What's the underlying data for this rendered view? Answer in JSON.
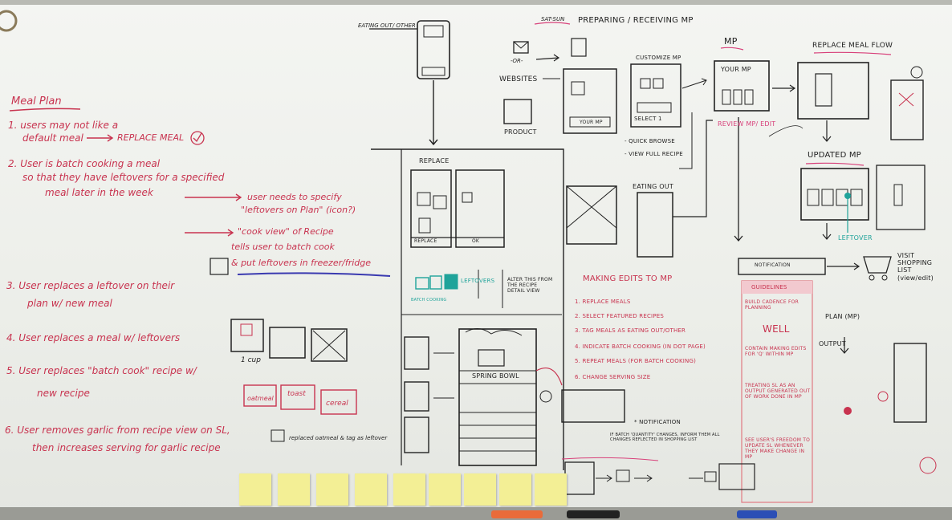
{
  "meal_plan": {
    "title": "Meal Plan",
    "items": [
      "1. users may not like a",
      "default meal",
      "REPLACE MEAL",
      "2. User is batch cooking a meal",
      "so that they have leftovers for a specified",
      "meal later in the week",
      "user needs to specify",
      "\"leftovers on Plan\" (icon?)",
      "\"cook view\" of Recipe",
      "tells user to batch cook",
      "& put leftovers in freezer/fridge",
      "3. User replaces a leftover on their",
      "plan w/ new meal",
      "4. User replaces a meal w/ leftovers",
      "5. User replaces \"batch cook\" recipe w/",
      "new recipe",
      "6. User removes garlic from recipe view on SL,",
      "then increases serving for garlic recipe",
      "1 cup",
      "oatmeal",
      "toast",
      "cereal",
      "replaced oatmeal & tag as leftover"
    ]
  },
  "labels": {
    "eating_out": "EATING OUT/ OTHER",
    "preparing": "PREPARING / RECEIVING MP",
    "sat_sun": "SAT-SUN",
    "or": "-OR-",
    "websites": "WEBSITES",
    "product": "PRODUCT",
    "your_mp": "YOUR MP",
    "customize_mp": "CUSTOMIZE MP",
    "select": "SELECT 1",
    "quick_browse": "- QUICK BROWSE",
    "view_full_recipe": "- VIEW FULL RECIPE",
    "mp": "MP",
    "review_mp": "REVIEW MP/ EDIT",
    "replace_meal_flow": "REPLACE MEAL FLOW",
    "updated_mp": "UPDATED MP",
    "leftover": "LEFTOVER",
    "replace": "REPLACE",
    "ok": "OK",
    "leftovers": "LEFTOVERS",
    "alter_this": "ALTER THIS FROM THE RECIPE DETAIL VIEW",
    "batch_cooking": "BATCH COOKING",
    "eating_out_2": "EATING OUT",
    "spring_bowl": "SPRING BOWL",
    "notification": "NOTIFICATION",
    "guidelines": "GUIDELINES",
    "visit_shopping": "VISIT SHOPPING LIST (view/edit)",
    "plan_mp": "PLAN (MP)",
    "output": "OUTPUT",
    "well": "WELL"
  },
  "making_edits": {
    "title": "MAKING EDITS TO MP",
    "steps": [
      "1. REPLACE MEALS",
      "2. SELECT FEATURED RECIPES",
      "3. TAG MEALS AS EATING OUT/OTHER",
      "4. INDICATE BATCH COOKING (IN DOT PAGE)",
      "5. REPEAT MEALS (FOR BATCH COOKING)",
      "6. CHANGE SERVING SIZE"
    ],
    "notification_note": "* NOTIFICATION",
    "notification_detail": "IF BATCH 'QUANTITY' CHANGES, INFORM THEM ALL CHANGES REFLECTED IN SHOPPING LIST"
  },
  "guidelines": [
    "BUILD CADENCE FOR PLANNING",
    "CONTAIN MAKING EDITS FOR 'Q' WITHIN MP",
    "TREATING SL AS AN OUTPUT GENERATED OUT OF WORK DONE IN MP",
    "SEE USER'S FREEDOM TO UPDATE SL WHENEVER THEY MAKE CHANGE IN MP"
  ],
  "sticky_notes": 9
}
